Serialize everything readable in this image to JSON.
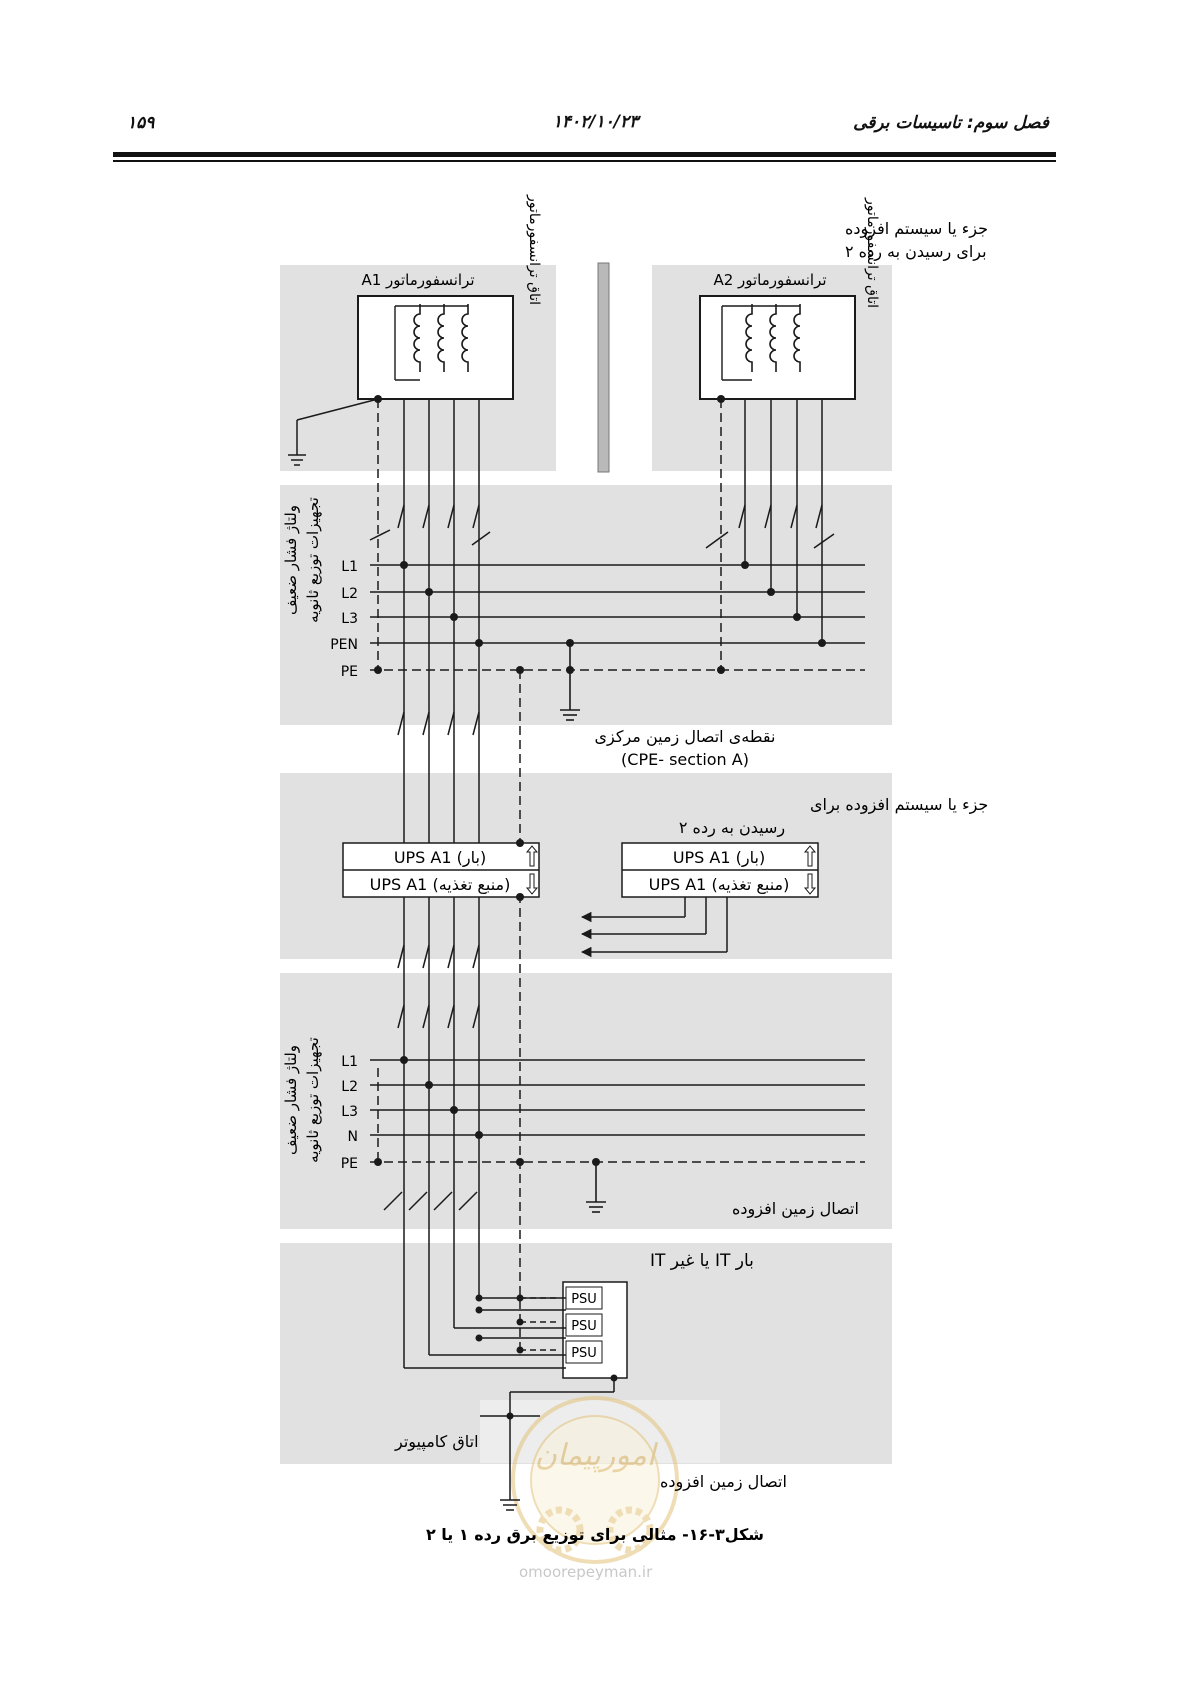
{
  "header": {
    "chapter_title": "فصل سوم: تاسیسات برقی",
    "date": "۱۴۰۲/۱۰/۲۳",
    "page_number": "۱۵۹"
  },
  "diagram": {
    "additional_top_line1": "جزء یا سیستم افزوده",
    "additional_top_line2": "برای رسیدن به رده ۲",
    "transformer_a1": "ترانسفورماتور A1",
    "transformer_a2": "ترانسفورماتور A2",
    "transformer_room": "اتاق ترانسفورماتور",
    "lv_panel_line1": "ولتاژ فشار ضعیف",
    "lv_panel_line2": "تجهیزات توزیع ثانویه",
    "bus_top": [
      "L1",
      "L2",
      "L3",
      "PEN",
      "PE"
    ],
    "bus_bottom": [
      "L1",
      "L2",
      "L3",
      "N",
      "PE"
    ],
    "cpe_line1": "نقطه‌ی اتصال زمین مرکزی",
    "cpe_line2": "(CPE- section A)",
    "additional_mid_line1": "جزء یا سیستم افزوده برای",
    "additional_mid_line2": "رسیدن به رده ۲",
    "ups_load": "UPS A1 (بار)",
    "ups_supply": "UPS A1 (منبع تغذیه)",
    "extra_earth": "اتصال زمین افزوده",
    "it_load": "بار IT یا غیر IT",
    "psu": [
      "PSU",
      "PSU",
      "PSU"
    ],
    "computer_room": "اتاق کامپیوتر",
    "caption": "شکل۳-۱۶-  مثالی برای توزیع برق رده ۱ یا ۲"
  },
  "watermark": {
    "logo_text": "امورپیمان",
    "site": "omoorepeyman.ir"
  },
  "colors": {
    "panel_gray": "#e1e1e1",
    "line": "#1a1a1a",
    "watermark_gold": "#e2c27a"
  }
}
